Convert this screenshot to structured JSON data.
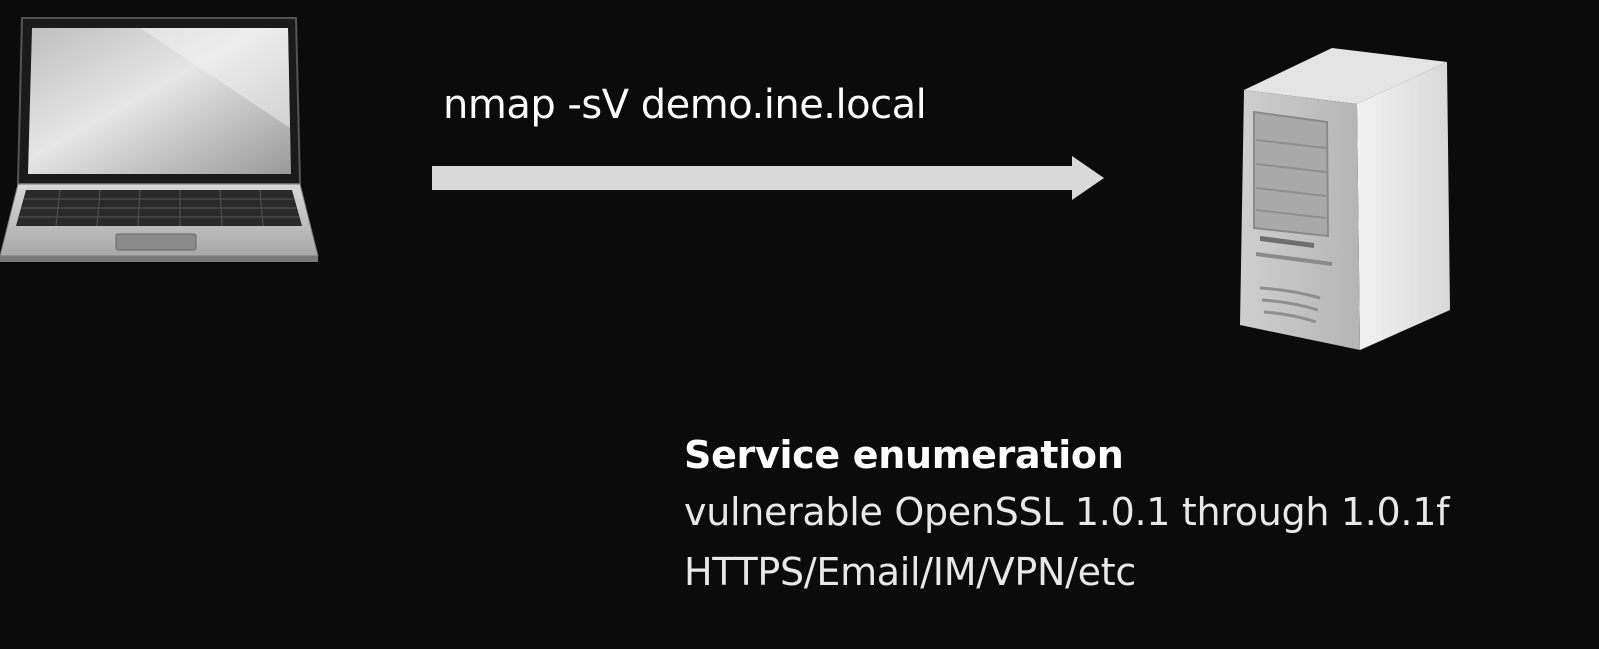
{
  "diagram": {
    "command_label": "nmap -sV demo.ine.local",
    "nodes": {
      "client": {
        "icon": "laptop-icon"
      },
      "target": {
        "icon": "server-tower-icon"
      }
    },
    "arrow": {
      "direction": "client-to-target",
      "color": "#d9d9d9"
    },
    "info": {
      "title": "Service enumeration",
      "lines": [
        "vulnerable OpenSSL 1.0.1 through 1.0.1f",
        "HTTPS/Email/IM/VPN/etc"
      ]
    }
  },
  "colors": {
    "background": "#0b0b0b",
    "text": "#ffffff"
  }
}
